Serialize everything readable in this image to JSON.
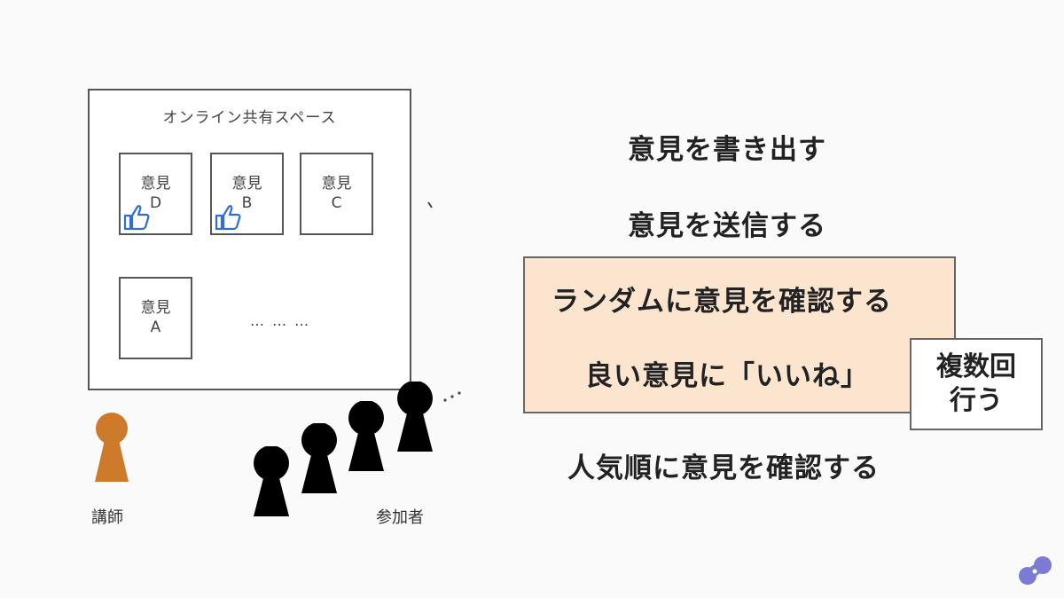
{
  "space": {
    "title": "オンライン共有スペース",
    "cards": [
      {
        "line1": "意見",
        "line2": "D",
        "liked": true
      },
      {
        "line1": "意見",
        "line2": "B",
        "liked": true
      },
      {
        "line1": "意見",
        "line2": "C",
        "liked": false
      },
      {
        "line1": "意見",
        "line2": "A",
        "liked": false
      }
    ],
    "more": "… … …"
  },
  "people": {
    "instructor_label": "講師",
    "participants_label": "参加者",
    "instructor_color": "#cd7a2a",
    "participant_color": "#000000"
  },
  "steps": [
    "意見を書き出す",
    "意見を送信する",
    "ランダムに意見を確認する",
    "良い意見に「いいね」",
    "人気順に意見を確認する"
  ],
  "repeat_note": {
    "line1": "複数回",
    "line2": "行う"
  },
  "colors": {
    "highlight_fill": "#fbe5cf",
    "like_icon": "#2e6fd1",
    "logo": "#7b7bd6"
  }
}
